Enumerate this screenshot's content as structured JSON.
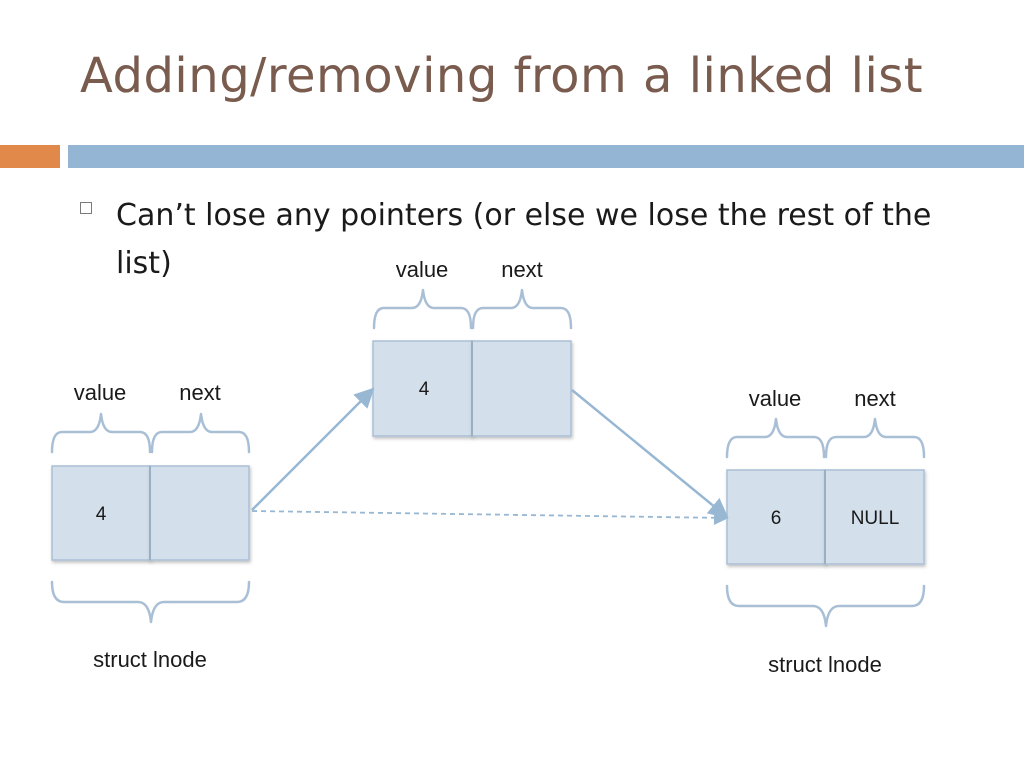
{
  "slide": {
    "title": "Adding/removing from a linked list",
    "bullet": "Can’t lose any pointers (or else we lose the rest of the list)"
  },
  "nodes": {
    "left": {
      "value_label": "value",
      "next_label": "next",
      "value": "4",
      "next": "",
      "caption": "struct lnode"
    },
    "middle": {
      "value_label": "value",
      "next_label": "next",
      "value": "4",
      "next": ""
    },
    "right": {
      "value_label": "value",
      "next_label": "next",
      "value": "6",
      "next": "NULL",
      "caption": "struct lnode"
    }
  },
  "colors": {
    "title": "#7a5c4f",
    "accent_orange": "#e0894a",
    "accent_blue": "#94b6d4",
    "node_fill": "#d3dfeb",
    "node_border": "#a9bfd6",
    "arrow": "#97b7d3"
  }
}
